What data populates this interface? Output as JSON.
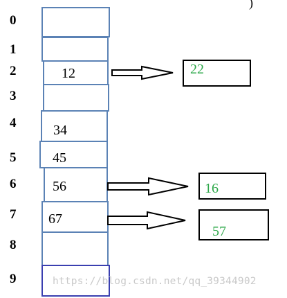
{
  "corner_mark": ")",
  "table": {
    "indices": [
      "0",
      "1",
      "2",
      "3",
      "4",
      "5",
      "6",
      "7",
      "8",
      "9"
    ],
    "cells": [
      "",
      "",
      "12",
      "",
      "34",
      "45",
      "56",
      "67",
      "",
      ""
    ]
  },
  "chains": [
    {
      "from_index": 2,
      "value": "22"
    },
    {
      "from_index": 6,
      "value": "16"
    },
    {
      "from_index": 7,
      "value": "57"
    }
  ],
  "watermark": "https://blog.csdn.net/qq_39344902",
  "colors": {
    "cell_border": "#5b82b5",
    "last_cell_border": "#3a3fb0",
    "node_border": "#000000",
    "node_text": "#2ea84a",
    "watermark": "#c9c9c9"
  }
}
